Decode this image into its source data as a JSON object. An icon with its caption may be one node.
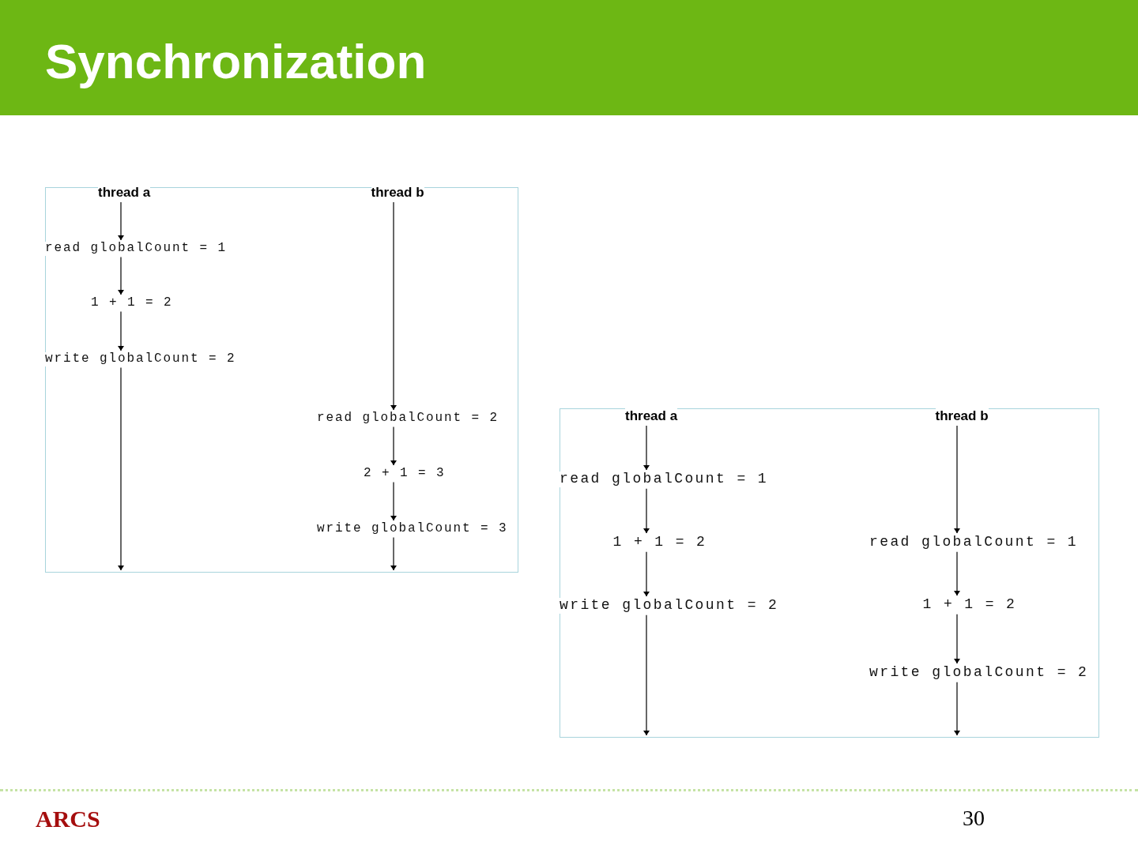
{
  "diagram": {
    "title": "Synchronization",
    "nodes": [
      {
        "text": [],
        "shape": "box"
      },
      {
        "text": [
          "thread a"
        ],
        "in": 0
      },
      {
        "text": [
          "thread b"
        ],
        "in": 0
      },
      {
        "text": [
          "read globalCount = 1"
        ],
        "in": 0
      },
      {
        "text": [
          "1 + 1 = 2"
        ],
        "in": 0
      },
      {
        "text": [
          "write globalCount = 2"
        ],
        "in": 0
      },
      {
        "text": [
          "read globalCount = 2"
        ],
        "in": 0
      },
      {
        "text": [
          "2 + 1 = 3"
        ],
        "in": 0
      },
      {
        "text": [
          "write globalCount = 3"
        ],
        "in": 0
      },
      {
        "text": [],
        "shape": "box"
      },
      {
        "text": [
          "thread a"
        ],
        "in": 9
      },
      {
        "text": [
          "thread b"
        ],
        "in": 9
      },
      {
        "text": [
          "read globalCount = 1"
        ],
        "in": 9
      },
      {
        "text": [
          "1 + 1 = 2"
        ],
        "in": 9
      },
      {
        "text": [
          "read globalCount = 1"
        ],
        "in": 9
      },
      {
        "text": [
          "write globalCount = 2"
        ],
        "in": 9
      },
      {
        "text": [
          "1 + 1 = 2"
        ],
        "in": 9
      },
      {
        "text": [
          "write globalCount = 2"
        ],
        "in": 9
      }
    ],
    "edges": [
      {
        "from": 1,
        "to": 3,
        "arrow": "to"
      },
      {
        "from": 3,
        "to": 4,
        "arrow": "to"
      },
      {
        "from": 4,
        "to": 5,
        "arrow": "to"
      },
      {
        "from": 5,
        "to": null,
        "arrow": "to"
      },
      {
        "from": 2,
        "to": 6,
        "arrow": "to"
      },
      {
        "from": 6,
        "to": 7,
        "arrow": "to"
      },
      {
        "from": 7,
        "to": 8,
        "arrow": "to"
      },
      {
        "from": 8,
        "to": null,
        "arrow": "to"
      },
      {
        "from": 10,
        "to": 12,
        "arrow": "to"
      },
      {
        "from": 12,
        "to": 13,
        "arrow": "to"
      },
      {
        "from": 13,
        "to": 15,
        "arrow": "to"
      },
      {
        "from": 15,
        "to": null,
        "arrow": "to"
      },
      {
        "from": 11,
        "to": 14,
        "arrow": "to"
      },
      {
        "from": 14,
        "to": 16,
        "arrow": "to"
      },
      {
        "from": 16,
        "to": 17,
        "arrow": "to"
      },
      {
        "from": 17,
        "to": null,
        "arrow": "to"
      }
    ],
    "labels": [
      "ARCS",
      "30"
    ]
  }
}
